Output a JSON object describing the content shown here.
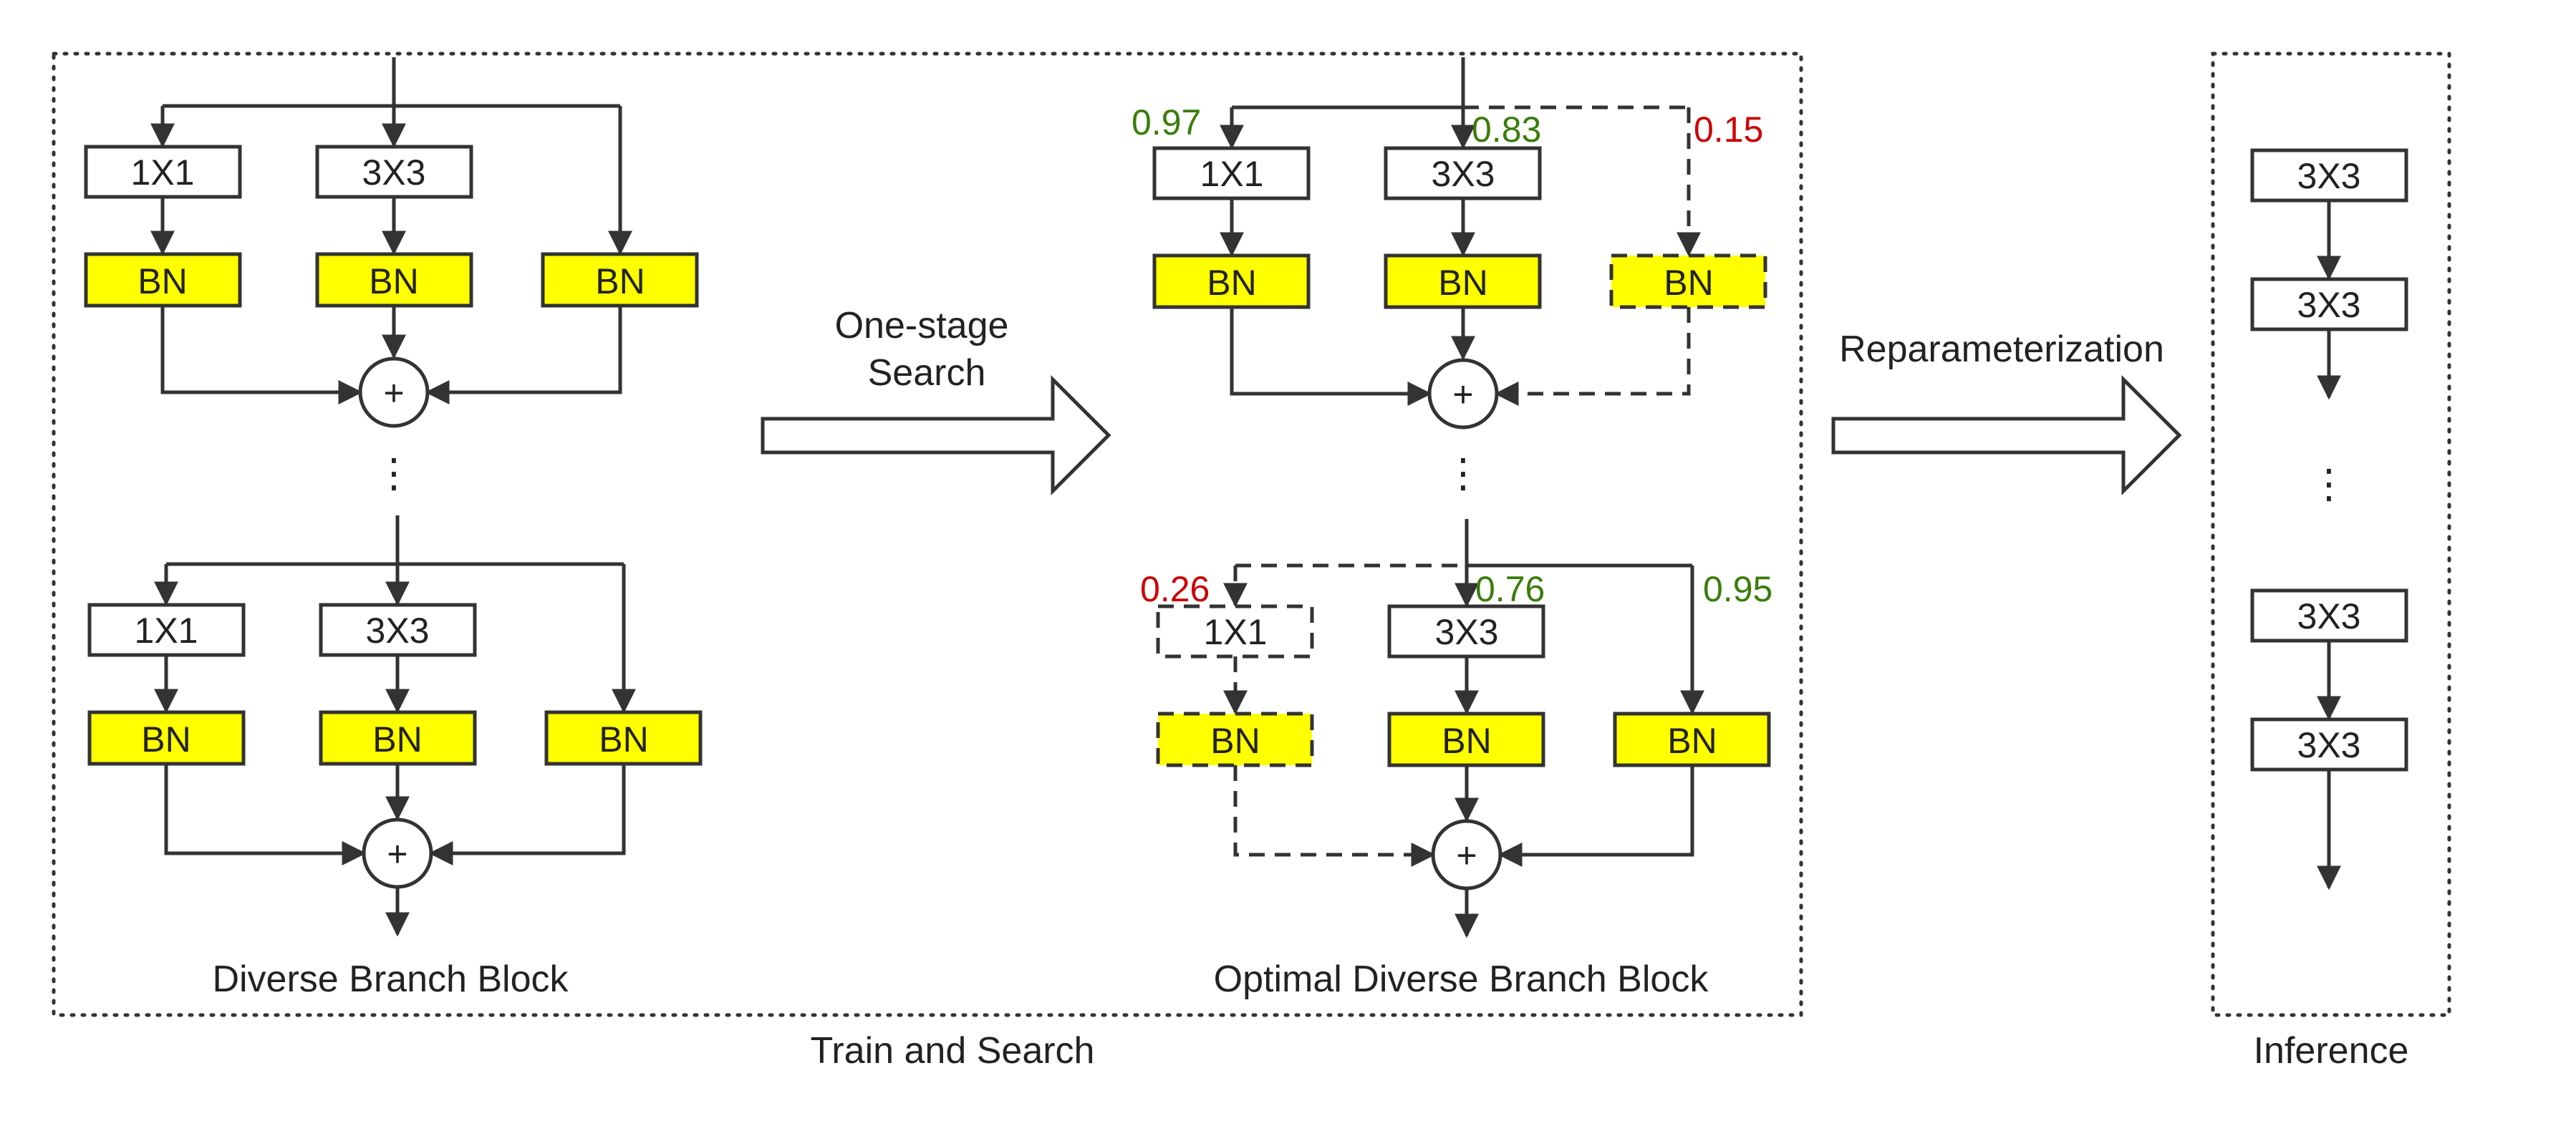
{
  "colors": {
    "kept": "#3a7d0a",
    "pruned": "#cc0000",
    "bn_fill": "#ffff00"
  },
  "labels": {
    "conv1": "1X1",
    "conv3": "3X3",
    "bn": "BN",
    "plus": "+",
    "dots": "⋮"
  },
  "panels": {
    "diverse": {
      "caption": "Diverse Branch Block"
    },
    "optimal": {
      "caption": "Optimal Diverse Branch Block"
    },
    "train": {
      "caption": "Train and Search"
    },
    "inference": {
      "caption": "Inference"
    }
  },
  "arrows": {
    "search_line1": "One-stage",
    "search_line2": "Search",
    "reparam": "Reparameterization"
  },
  "weights": {
    "top": [
      {
        "value": "0.97",
        "status": "kept"
      },
      {
        "value": "0.83",
        "status": "kept"
      },
      {
        "value": "0.15",
        "status": "pruned"
      }
    ],
    "bottom": [
      {
        "value": "0.26",
        "status": "pruned"
      },
      {
        "value": "0.76",
        "status": "kept"
      },
      {
        "value": "0.95",
        "status": "kept"
      }
    ]
  }
}
